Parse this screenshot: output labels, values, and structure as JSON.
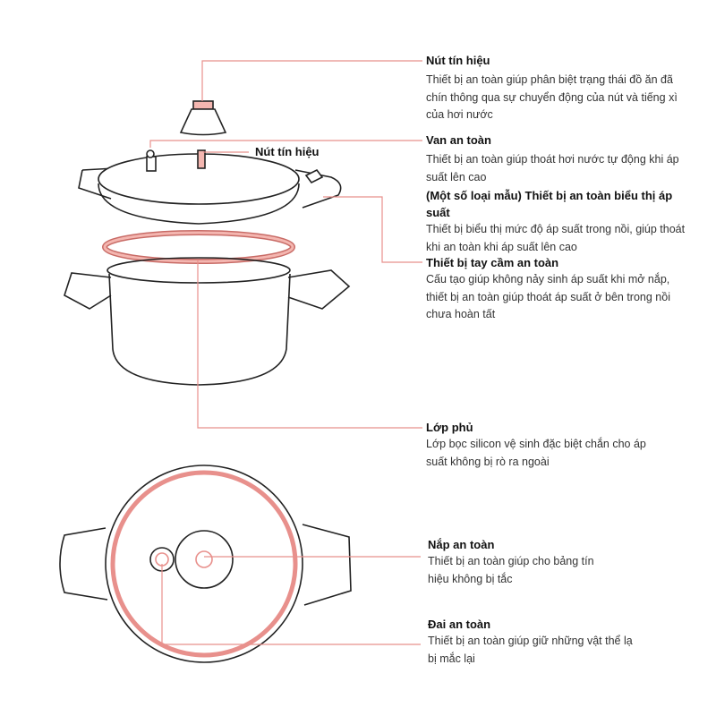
{
  "accent_color": "#e8908c",
  "inner_label": "Nút tín hiệu",
  "callouts": [
    {
      "title": "Nút tín hiệu",
      "text": "Thiết bị an toàn giúp phân biệt trạng thái đồ ăn đã chín thông qua sự chuyển động của nút và tiếng xì của hơi nước"
    },
    {
      "title": "Van an toàn",
      "text": "Thiết bị an toàn giúp thoát hơi nước tự động khi áp suất lên cao"
    },
    {
      "title": "(Một số loại mẫu) Thiết bị an toàn biểu thị áp suất",
      "text": "Thiết bị biểu thị mức độ áp suất trong nồi, giúp thoát khi an toàn khi áp suất lên cao"
    },
    {
      "title": "Thiết bị tay cầm an toàn",
      "text": "Cấu tạo giúp không nảy sinh áp suất khi mở nắp, thiết bị an toàn giúp thoát áp suất ở bên trong nồi chưa hoàn tất"
    },
    {
      "title": "Lớp phủ",
      "text": "Lớp bọc silicon vệ sinh đặc biệt chắn cho áp suất không bị rò ra ngoài"
    },
    {
      "title": "Nắp an toàn",
      "text": "Thiết bị an toàn giúp cho bảng tín hiệu không bị tắc"
    },
    {
      "title": "Đai an toàn",
      "text": "Thiết bị an toàn giúp giữ những vật thể lạ bị mắc lại"
    }
  ]
}
